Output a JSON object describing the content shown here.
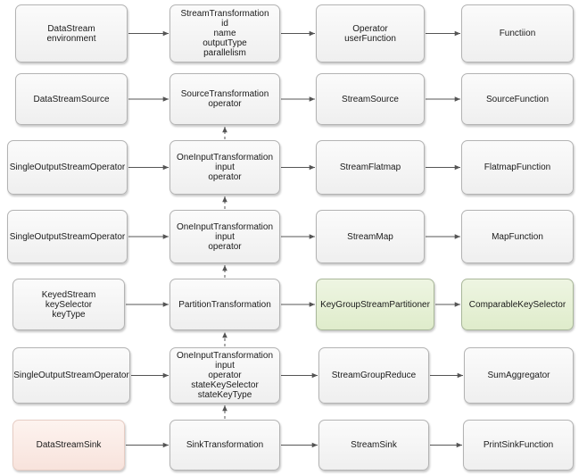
{
  "colors": {
    "box_fill": "#f3f3f3",
    "box_border": "#b3b3b3",
    "highlight_green": "#e4eed5",
    "highlight_pink": "#fae8e2",
    "edge": "#555555"
  },
  "rows": [
    {
      "col1": [
        "DataStream",
        "environment"
      ],
      "col2": [
        "StreamTransformation",
        "id",
        "name",
        "outputType",
        "parallelism"
      ],
      "col3": [
        "Operator",
        "userFunction"
      ],
      "col4": [
        "Functiion"
      ]
    },
    {
      "col1": [
        "DataStreamSource"
      ],
      "col2": [
        "SourceTransformation",
        "operator"
      ],
      "col3": [
        "StreamSource"
      ],
      "col4": [
        "SourceFunction"
      ]
    },
    {
      "col1": [
        "SingleOutputStreamOperator"
      ],
      "col2": [
        "OneInputTransformation",
        "input",
        "operator"
      ],
      "col3": [
        "StreamFlatmap"
      ],
      "col4": [
        "FlatmapFunction"
      ]
    },
    {
      "col1": [
        "SingleOutputStreamOperator"
      ],
      "col2": [
        "OneInputTransformation",
        "input",
        "operator"
      ],
      "col3": [
        "StreamMap"
      ],
      "col4": [
        "MapFunction"
      ]
    },
    {
      "col1": [
        "KeyedStream",
        "keySelector",
        "keyType"
      ],
      "col2": [
        "PartitionTransformation"
      ],
      "col3": [
        "KeyGroupStreamPartitioner"
      ],
      "col4": [
        "ComparableKeySelector"
      ]
    },
    {
      "col1": [
        "SingleOutputStreamOperator"
      ],
      "col2": [
        "OneInputTransformation",
        "input",
        "operator",
        "stateKeySelector",
        "stateKeyType"
      ],
      "col3": [
        "StreamGroupReduce"
      ],
      "col4": [
        "SumAggregator"
      ]
    },
    {
      "col1": [
        "DataStreamSink"
      ],
      "col2": [
        "SinkTransformation"
      ],
      "col3": [
        "StreamSink"
      ],
      "col4": [
        "PrintSinkFunction"
      ]
    }
  ]
}
